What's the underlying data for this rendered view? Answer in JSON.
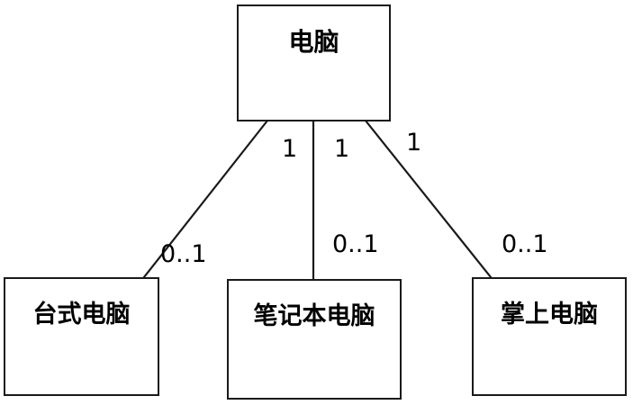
{
  "diagram": {
    "type": "uml-class-diagram",
    "title": "",
    "background_color": "#ffffff",
    "line_color": "#1a1a1a",
    "text_color": "#000000",
    "nodes": {
      "parent": {
        "id": "parent",
        "label": "电脑",
        "role": "superclass"
      },
      "children": [
        {
          "id": "child-0",
          "label": "台式电脑",
          "role": "subclass"
        },
        {
          "id": "child-1",
          "label": "笔记本电脑",
          "role": "subclass"
        },
        {
          "id": "child-2",
          "label": "掌上电脑",
          "role": "subclass"
        }
      ]
    },
    "edges": [
      {
        "id": "edge-0",
        "from": "parent",
        "to": "child-0",
        "source_multiplicity": "1",
        "target_multiplicity": "0..1"
      },
      {
        "id": "edge-1",
        "from": "parent",
        "to": "child-1",
        "source_multiplicity": "1",
        "target_multiplicity": "0..1"
      },
      {
        "id": "edge-2",
        "from": "parent",
        "to": "child-2",
        "source_multiplicity": "1",
        "target_multiplicity": "0..1"
      }
    ]
  }
}
